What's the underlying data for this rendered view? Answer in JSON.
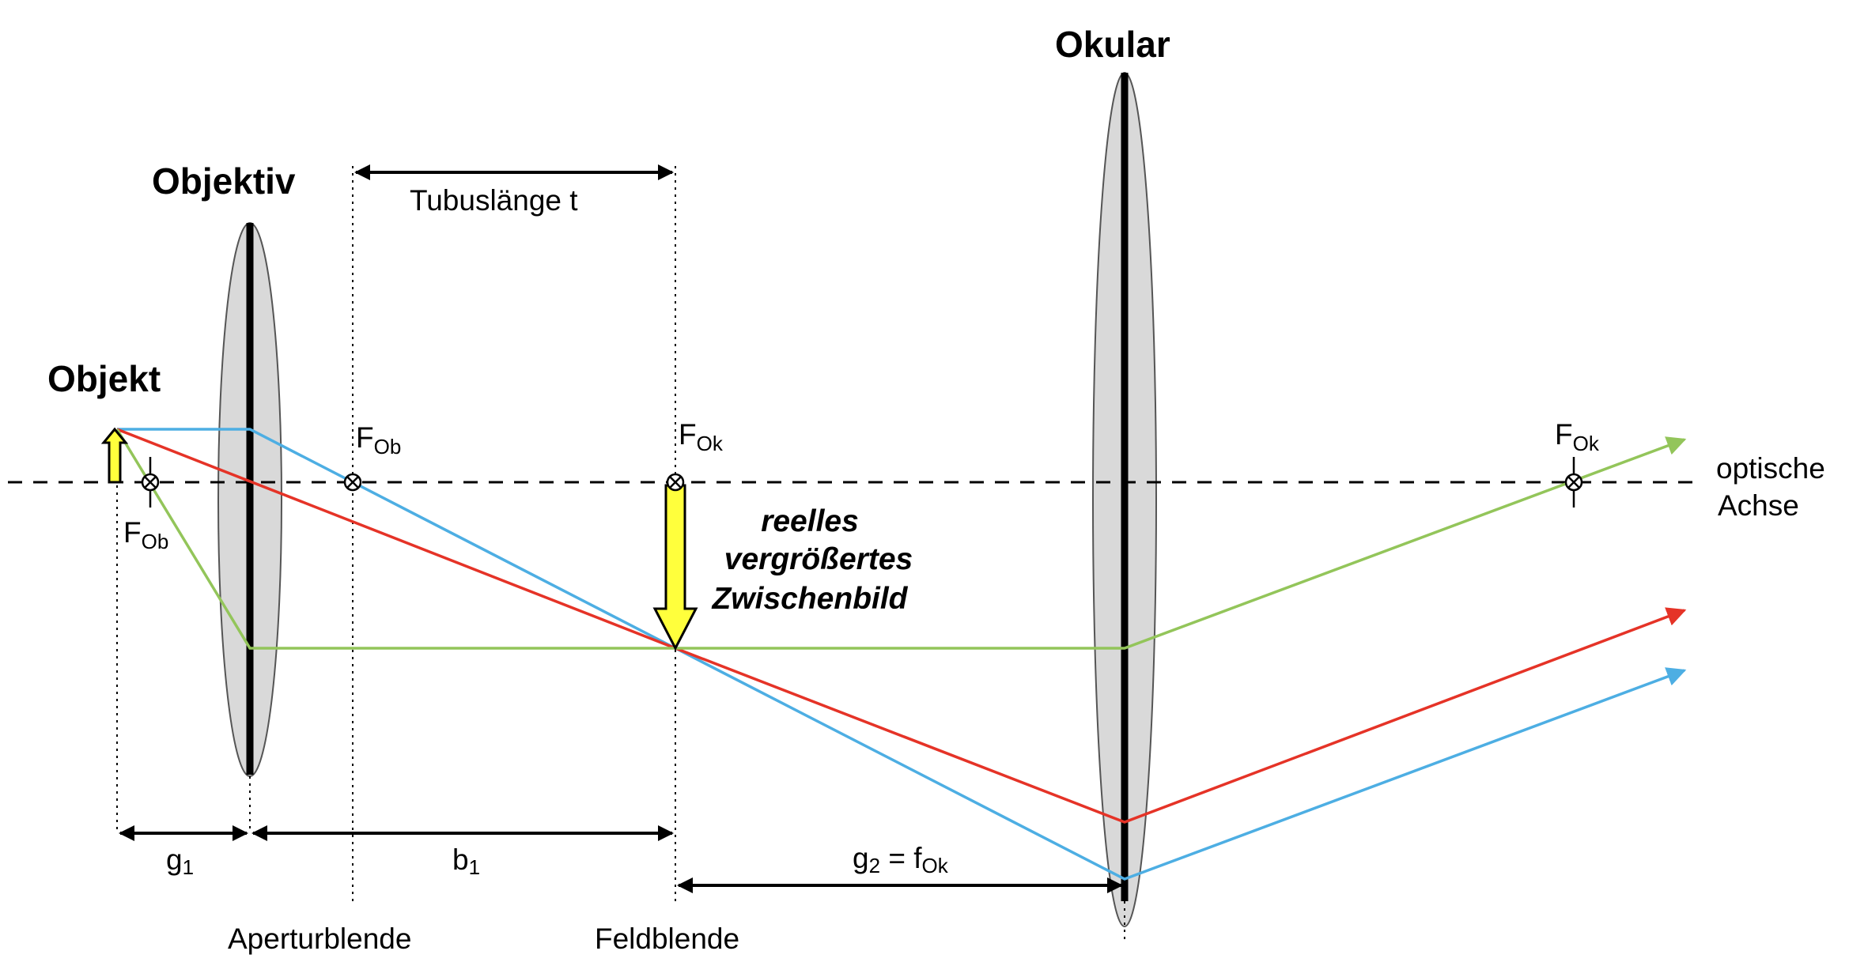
{
  "labels": {
    "objekt": "Objekt",
    "objektiv": "Objektiv",
    "okular": "Okular",
    "tubuslaenge": "Tubuslänge t",
    "optische": "optische",
    "achse": "Achse",
    "zwischenbild_1": "reelles",
    "zwischenbild_2": "vergrößertes",
    "zwischenbild_3": "Zwischenbild",
    "aperturblende": "Aperturblende",
    "feldblende": "Feldblende",
    "focus_main": "F",
    "focus_ob_sub": "Ob",
    "focus_ok_sub": "Ok",
    "g1_main": "g",
    "g1_sub": "1",
    "b1_main": "b",
    "b1_sub": "1",
    "g2_main": "g",
    "g2_sub": "2",
    "g2_eq": " = f",
    "g2_eq_sub": "Ok"
  },
  "colors": {
    "blue_ray": "#4daee3",
    "red_ray": "#e53327",
    "green_ray": "#93c55a",
    "arrow_fill": "#ffff3c",
    "lens_fill": "#d9d9d9"
  }
}
